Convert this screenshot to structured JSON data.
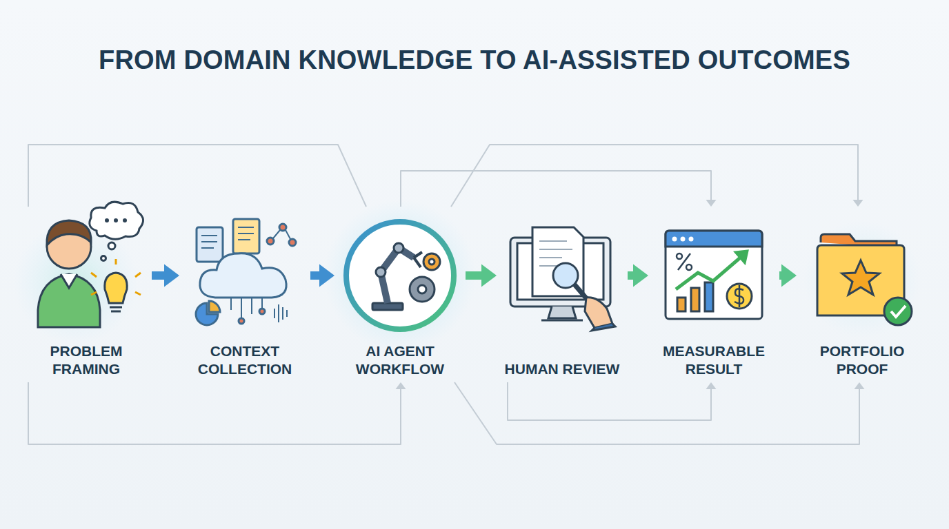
{
  "diagram": {
    "title": "FROM DOMAIN KNOWLEDGE TO AI-ASSISTED OUTCOMES",
    "nodes": [
      {
        "text": [
          "PROBLEM FRAMING"
        ]
      },
      {
        "text": [
          "CONTEXT COLLECTION"
        ]
      },
      {
        "text": [
          "AI AGENT WORKFLOW"
        ]
      },
      {
        "text": [
          "HUMAN REVIEW"
        ]
      },
      {
        "text": [
          "MEASURABLE RESULT"
        ]
      },
      {
        "text": [
          "PORTFOLIO PROOF"
        ]
      }
    ],
    "edges": [
      {
        "from": 0,
        "to": 1,
        "arrow": "to"
      },
      {
        "from": 1,
        "to": 2,
        "arrow": "to"
      },
      {
        "from": 2,
        "to": 3,
        "arrow": "to"
      },
      {
        "from": 3,
        "to": 4,
        "arrow": "to"
      },
      {
        "from": 4,
        "to": 5,
        "arrow": "to"
      },
      {
        "from": 0,
        "to": 2,
        "arrow": "none"
      },
      {
        "from": 2,
        "to": 4,
        "arrow": "to"
      },
      {
        "from": 2,
        "to": 5,
        "arrow": "to"
      },
      {
        "from": 0,
        "to": 2,
        "arrow": "to"
      },
      {
        "from": 2,
        "to": 5,
        "arrow": "to"
      },
      {
        "from": 3,
        "to": 4,
        "arrow": "to"
      }
    ]
  }
}
